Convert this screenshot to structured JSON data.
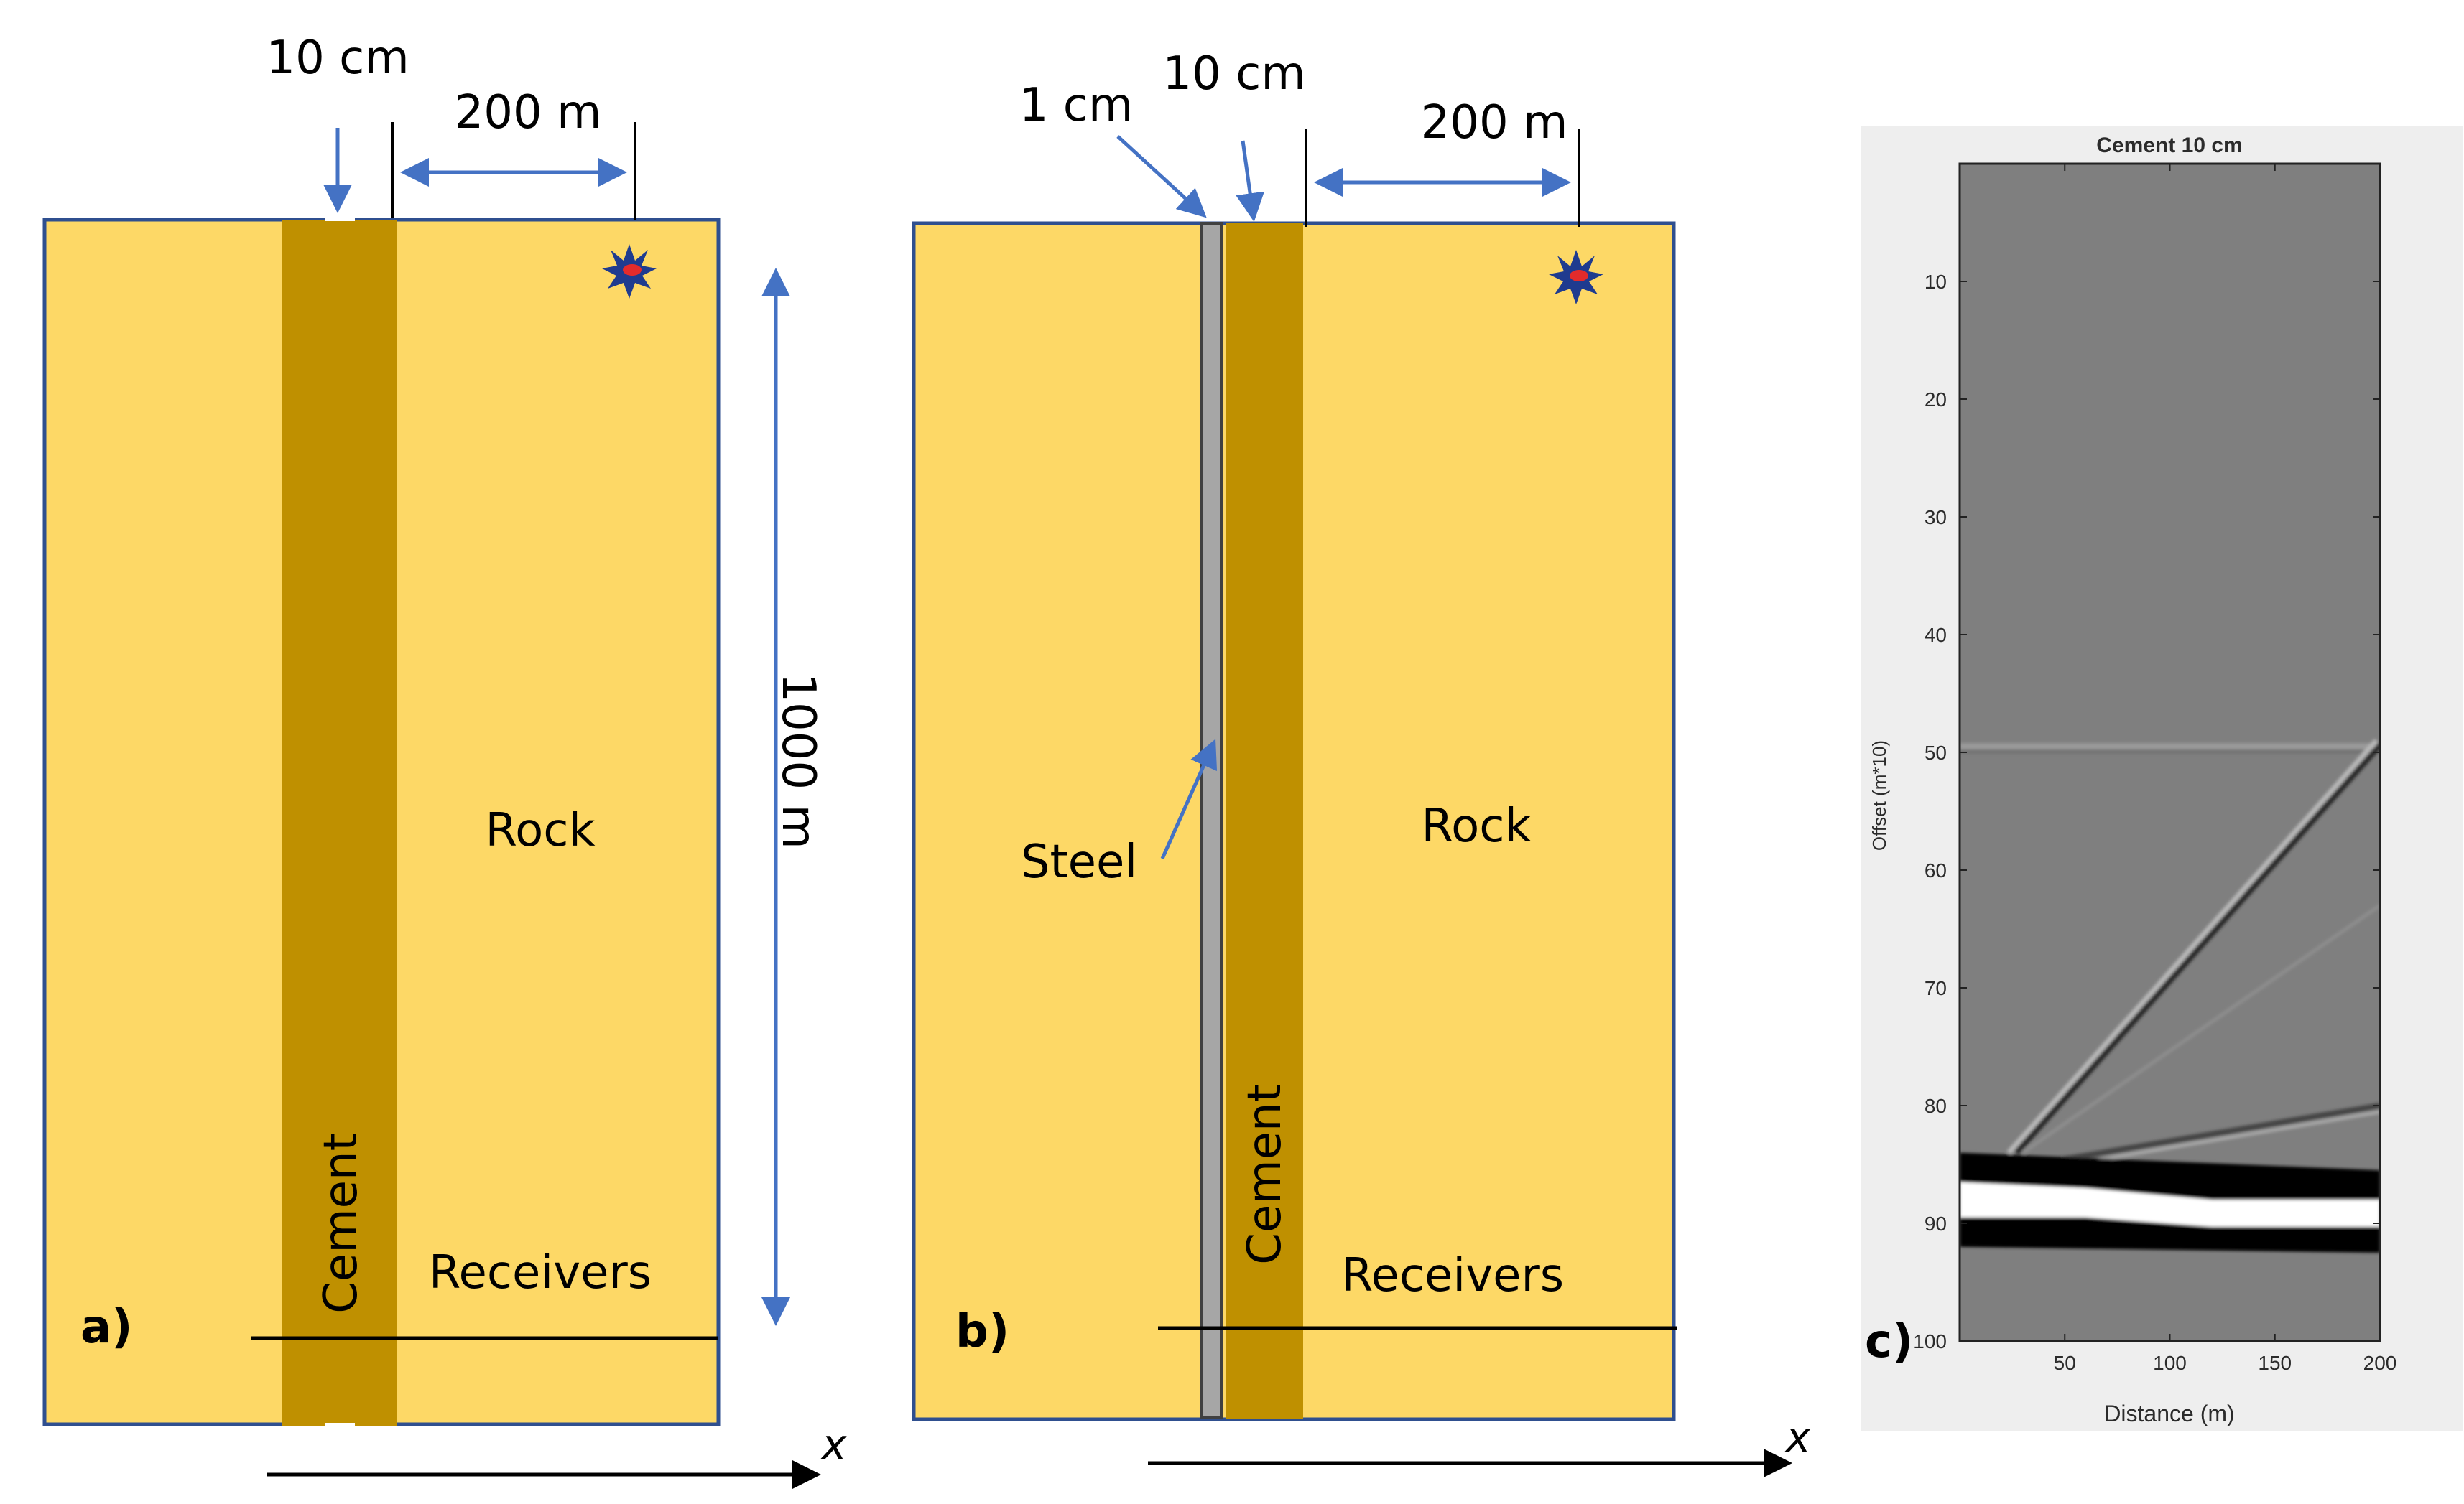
{
  "colors": {
    "rock": "#fdd866",
    "rock_border": "#2f4f8f",
    "cement": "#bf9000",
    "steel": "#a6a6a6",
    "arrow": "#4472c4",
    "source_outer": "#1f3b8f",
    "source_inner": "#e32b2b",
    "plot_bg": "#7f7f7f",
    "panel_bg": "#eeeeee"
  },
  "panel_a": {
    "cement_width": "10 cm",
    "source_offset": "200 m",
    "height": "1000 m",
    "rock_label": "Rock",
    "cement_label": "Cement",
    "receivers_label": "Receivers",
    "panel_label": "a)",
    "axis_label": "x",
    "source_icon": "explosion-icon"
  },
  "panel_b": {
    "steel_width": "1 cm",
    "cement_width": "10 cm",
    "source_offset": "200 m",
    "rock_label": "Rock",
    "steel_label": "Steel",
    "cement_label": "Cement",
    "receivers_label": "Receivers",
    "panel_label": "b)",
    "axis_label": "x",
    "source_icon": "explosion-icon"
  },
  "panel_c": {
    "panel_label": "c)",
    "chart_data": {
      "type": "heatmap",
      "title": "Cement 10 cm",
      "xlabel": "Distance (m)",
      "ylabel": "Offset (m*10)",
      "xlim": [
        0,
        200
      ],
      "ylim": [
        0,
        100
      ],
      "y_inverted": true,
      "xticks": [
        50,
        100,
        150,
        200
      ],
      "yticks": [
        10,
        20,
        30,
        40,
        50,
        60,
        70,
        80,
        90,
        100
      ],
      "colormap": "gray",
      "features": [
        {
          "name": "horizontal reflection",
          "points": [
            [
              0,
              49.5
            ],
            [
              200,
              49.5
            ]
          ]
        },
        {
          "name": "dipping arrival",
          "points": [
            [
              25,
              84
            ],
            [
              200,
              49
            ]
          ]
        },
        {
          "name": "faint dipping arrival",
          "points": [
            [
              30,
              84
            ],
            [
              200,
              63
            ]
          ]
        },
        {
          "name": "secondary event",
          "points": [
            [
              35,
              85
            ],
            [
              200,
              80
            ]
          ]
        },
        {
          "name": "strong casing arrival",
          "points": [
            [
              0,
              88
            ],
            [
              200,
              89
            ]
          ]
        }
      ]
    }
  }
}
